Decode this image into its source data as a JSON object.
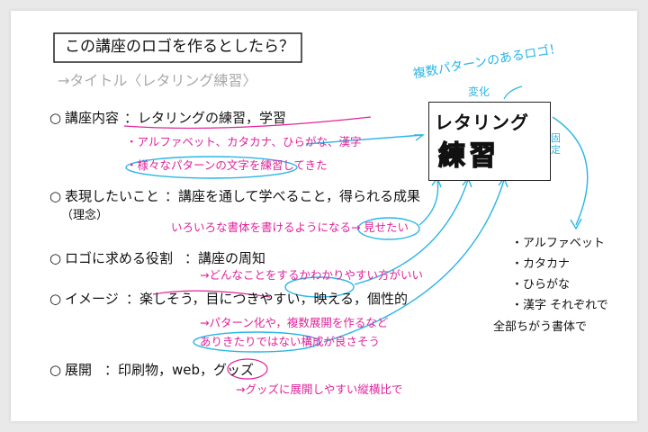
{
  "title_box": "この講座のロゴを作るとしたら？",
  "subtitle": "→タイトル〈レタリング練習〉",
  "items": [
    {
      "bullet": "○",
      "label": "講座内容",
      "content": "：レタリングの練習，学習",
      "notes": [
        "・アルファベット、カタカナ、ひらがな、漢字",
        "・様々なパターンの文字を練習してきた"
      ]
    },
    {
      "bullet": "○",
      "label": "表現したいこと",
      "label_sub": "（理念）",
      "content": "：講座を通して学べること，得られる成果",
      "notes": [
        "いろいろな書体を書けるようになる→",
        "見せたい"
      ]
    },
    {
      "bullet": "○",
      "label": "ロゴに求める役割",
      "content": "：講座の周知",
      "notes": [
        "→どんなことをするかわかりやすい方がいい"
      ]
    },
    {
      "bullet": "○",
      "label": "イメージ",
      "content": "：楽しそう，目につきやすい，映える，個性的",
      "notes": [
        "→パターン化や，複数展開を作るなど",
        "ありきたりではない構成が良さそう"
      ]
    },
    {
      "bullet": "○",
      "label": "展開",
      "content": "：印刷物，web，グッズ",
      "notes": [
        "→グッズに展開しやすい縦横比で"
      ]
    }
  ],
  "logo": {
    "header": "複数パターンのあるロゴ！",
    "change": "変化",
    "line1": "レタリング",
    "line2": "練習",
    "fixed": "固定"
  },
  "right_list": [
    "・アルファベット",
    "・カタカナ",
    "・ひらがな",
    "・漢字 それぞれで"
  ],
  "right_footer": "全部ちがう書体で",
  "colors": {
    "ink": "#111111",
    "magenta": "#e0239a",
    "cyan": "#2bb5e6",
    "gray": "#a9a9a9"
  }
}
